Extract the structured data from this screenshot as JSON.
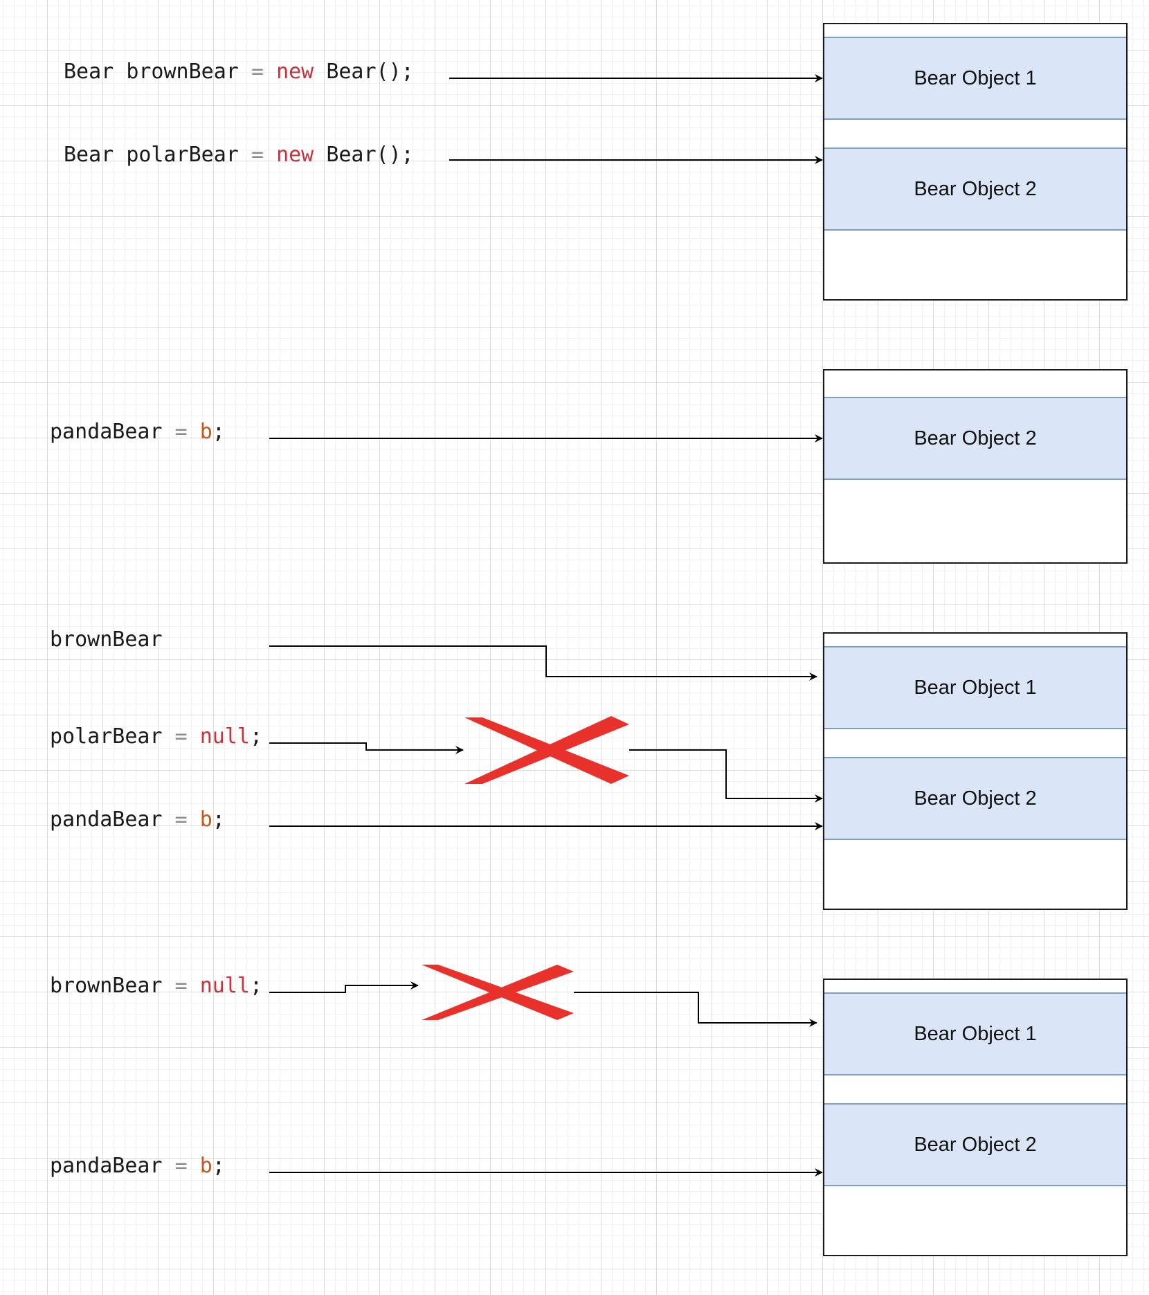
{
  "diagram": {
    "colors": {
      "keyword": "#c8323c",
      "operator": "#8c8c8c",
      "variable": "#c05a1e",
      "object_fill": "#dae6f8",
      "object_border": "#7f9fc8",
      "cross": "#e8312a"
    },
    "code": {
      "line1": {
        "type": "Bear",
        "name": "brownBear",
        "eq": "=",
        "kw": "new",
        "ctor": "Bear();"
      },
      "line2": {
        "type": "Bear",
        "name": "polarBear",
        "eq": "=",
        "kw": "new",
        "ctor": "Bear();"
      },
      "line3": {
        "name": "pandaBear",
        "eq": "=",
        "val": "b",
        "semi": ";"
      },
      "line4": {
        "name": "brownBear"
      },
      "line5": {
        "name": "polarBear",
        "eq": "=",
        "val": "null",
        "semi": ";"
      },
      "line6": {
        "name": "pandaBear",
        "eq": "=",
        "val": "b",
        "semi": ";"
      },
      "line7": {
        "name": "brownBear",
        "eq": "=",
        "val": "null",
        "semi": ";"
      },
      "line8": {
        "name": "pandaBear",
        "eq": "=",
        "val": "b",
        "semi": ";"
      }
    },
    "objects": {
      "o1": "Bear Object 1",
      "o2": "Bear Object 2"
    }
  }
}
